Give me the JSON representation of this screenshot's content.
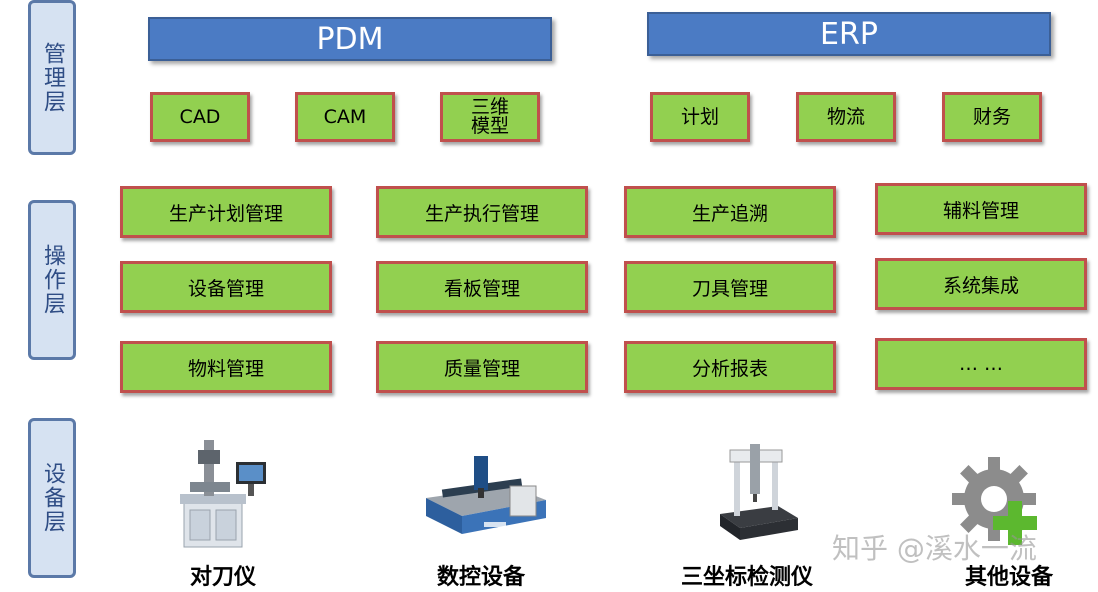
{
  "layers": {
    "management": "管理层",
    "operation": "操作层",
    "equipment": "设备层"
  },
  "banners": {
    "pdm": "PDM",
    "erp": "ERP"
  },
  "management_modules": {
    "cad": "CAD",
    "cam": "CAM",
    "model_3d_line1": "三维",
    "model_3d_line2": "模型",
    "plan": "计划",
    "logistics": "物流",
    "finance": "财务"
  },
  "operation_modules": [
    "生产计划管理",
    "生产执行管理",
    "生产追溯",
    "辅料管理",
    "设备管理",
    "看板管理",
    "刀具管理",
    "系统集成",
    "物料管理",
    "质量管理",
    "分析报表",
    "… …"
  ],
  "equipment": {
    "tool_setter": "对刀仪",
    "cnc": "数控设备",
    "cmm": "三坐标检测仪",
    "other": "其他设备"
  },
  "watermark": "知乎 @溪水一流"
}
